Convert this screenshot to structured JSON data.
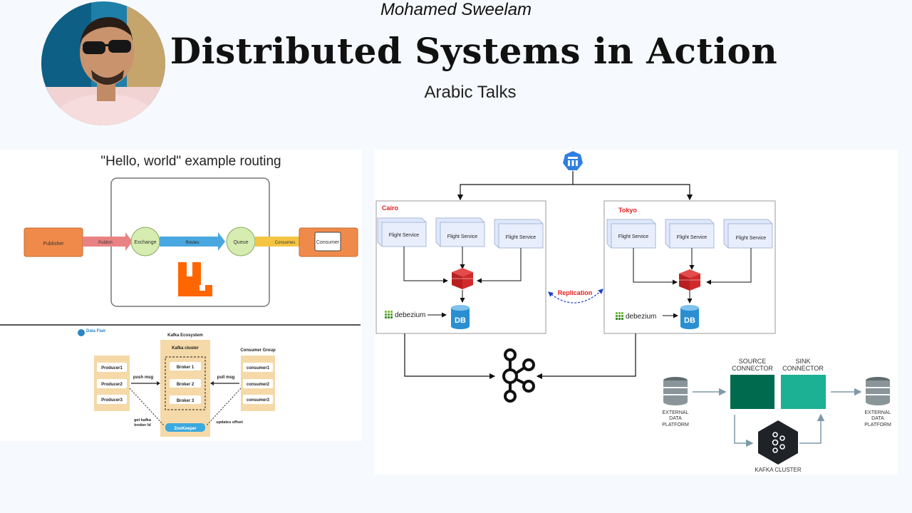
{
  "header": {
    "author": "Mohamed Sweelam",
    "title": "Distributed Systems in Action",
    "subtitle": "Arabic Talks"
  },
  "rabbitmq": {
    "title": "\"Hello, world\" example routing",
    "publisher": "Publisher",
    "publish": "Publish",
    "exchange": "Exchange",
    "routes": "Routes",
    "queue": "Queue",
    "consumes": "Consumes",
    "consumer": "Consumer"
  },
  "kafka_ecosystem": {
    "brand": "Data Flair",
    "ecosystem_label": "Kafka Ecosystem",
    "cluster_label": "Kafka cluster",
    "consumer_group_label": "Consumer Group",
    "producers": [
      "Producer1",
      "Producer2",
      "Producer3"
    ],
    "brokers": [
      "Broker 1",
      "Broker 2",
      "Broker 3"
    ],
    "consumers": [
      "consumer1",
      "consumer2",
      "consumer3"
    ],
    "push_msg": "push msg",
    "pull_msg": "pull msg",
    "get_broker_1": "get kafka",
    "get_broker_2": "broker Id",
    "updates_offset": "updates offset",
    "zookeeper": "ZooKeeper"
  },
  "multi_region": {
    "region_a": "Cairo",
    "region_b": "Tokyo",
    "service_label": "Flight Service",
    "debezium": "debezium",
    "db": "DB",
    "replication": "Replication",
    "source_connector_1": "SOURCE",
    "source_connector_2": "CONNECTOR",
    "sink_connector_1": "SINK",
    "sink_connector_2": "CONNECTOR",
    "external_1": "EXTERNAL",
    "external_2": "DATA",
    "external_3": "PLATFORM",
    "kafka_cluster": "KAFKA CLUSTER"
  },
  "colors": {
    "publisher": "#f08a4b",
    "exchange": "#d6ecb0",
    "routes": "#4aa8e0",
    "consumes": "#f5c542",
    "rabbit_logo": "#ff6600",
    "eco_panel": "#f5d9a8",
    "zookeeper": "#3aa9de",
    "service_box": "#dfe8fb",
    "redis": "#d12a2a",
    "db": "#2a8fd1",
    "region_label": "#e02020",
    "source_connector": "#006a4e",
    "sink_connector": "#1cb094"
  }
}
